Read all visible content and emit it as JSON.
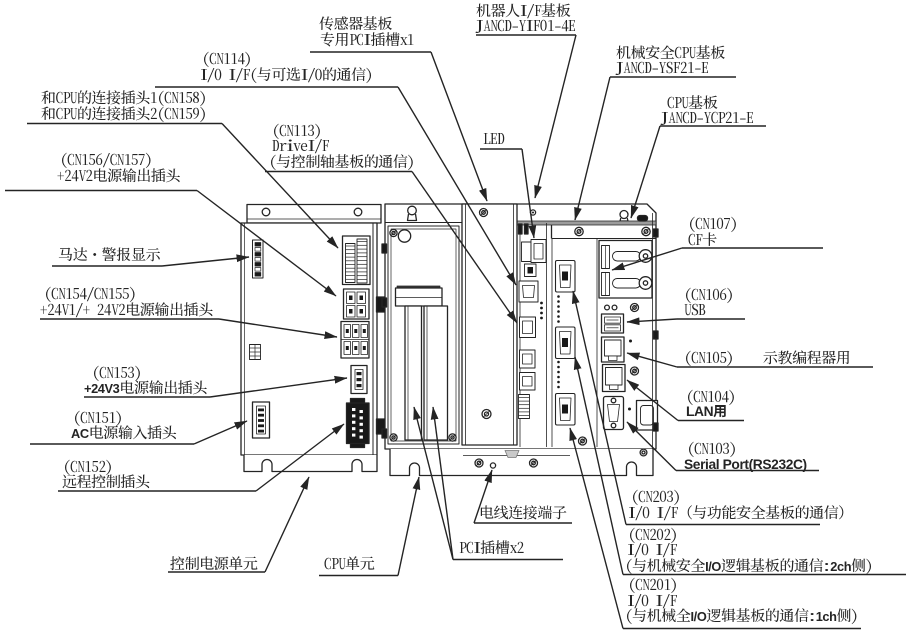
{
  "diagram": {
    "type": "hardware-callout-diagram",
    "description_units": [
      "控制电源单元",
      "CPU单元"
    ],
    "colors": {
      "ink": "#242424",
      "background": "#ffffff",
      "dark_fill": "#191919",
      "rail_gray": "#9c9c9c"
    }
  },
  "labels": {
    "sensor_pci_slot": {
      "lines": [
        "传感器基板",
        "专用PCI插槽x1"
      ]
    },
    "robot_if_board": {
      "lines": [
        "机器人I/F基板",
        "JANCD-YIF01-4E"
      ]
    },
    "cn114": {
      "lines": [
        "(CN114)",
        "I/O I/F(与可选I/O的通信)"
      ]
    },
    "safety_cpu_board": {
      "lines": [
        "机械安全CPU基板",
        "JANCD-YSF21-E"
      ]
    },
    "cpu_board": {
      "lines": [
        "CPU基板",
        "JANCD-YCP21-E"
      ]
    },
    "cpu_connector": {
      "lines": [
        "和CPU的连接插头1(CN158)",
        "和CPU的连接插头2(CN159)"
      ]
    },
    "cn113": {
      "lines": [
        "(CN113)",
        "DriveI/F",
        "(与控制轴基板的通信)"
      ]
    },
    "led": {
      "lines": [
        "LED"
      ]
    },
    "cn156_cn157": {
      "lines": [
        "(CN156/CN157)",
        "+24V2电源输出插头"
      ]
    },
    "cn107": {
      "lines": [
        "(CN107)",
        "CF卡"
      ]
    },
    "motor_alarm": {
      "lines": [
        "马达・警报显示"
      ]
    },
    "cn106": {
      "lines": [
        "(CN106)",
        "USB"
      ]
    },
    "cn154_cn155": {
      "lines": [
        "(CN154/CN155)",
        "+24V1/+ 24V2电源输出插头"
      ]
    },
    "cn105": {
      "lines": [
        "(CN105)　　示教编程器用"
      ]
    },
    "cn153": {
      "lines": [
        "(CN153)",
        "+24V3电源输出插头"
      ]
    },
    "cn104": {
      "lines": [
        "(CN104)",
        "LAN用"
      ]
    },
    "cn151": {
      "lines": [
        "(CN151)",
        "AC电源输入插头"
      ]
    },
    "cn103": {
      "lines": [
        "(CN103)",
        "Serial Port(RS232C)"
      ]
    },
    "cn152": {
      "lines": [
        "(CN152)",
        "远程控制插头"
      ]
    },
    "cn203": {
      "lines": [
        "(CN203)",
        "I/O I/F（与功能安全基板的通信）"
      ]
    },
    "cn202": {
      "lines": [
        "(CN202)",
        "I/O I/F",
        "(与机械安全I/O逻辑基板的通信:2ch侧)"
      ]
    },
    "cn201": {
      "lines": [
        "(CN201)",
        "I/O I/F",
        "(与机械全I/O逻辑基板的通信:1ch侧)"
      ]
    },
    "wire_terminal": {
      "lines": [
        "电线连接端子"
      ]
    },
    "pci_slots": {
      "lines": [
        "PCI插槽x2"
      ]
    },
    "cpu_unit": {
      "lines": [
        "CPU单元"
      ]
    },
    "control_power_unit": {
      "lines": [
        "控制电源单元"
      ]
    }
  }
}
